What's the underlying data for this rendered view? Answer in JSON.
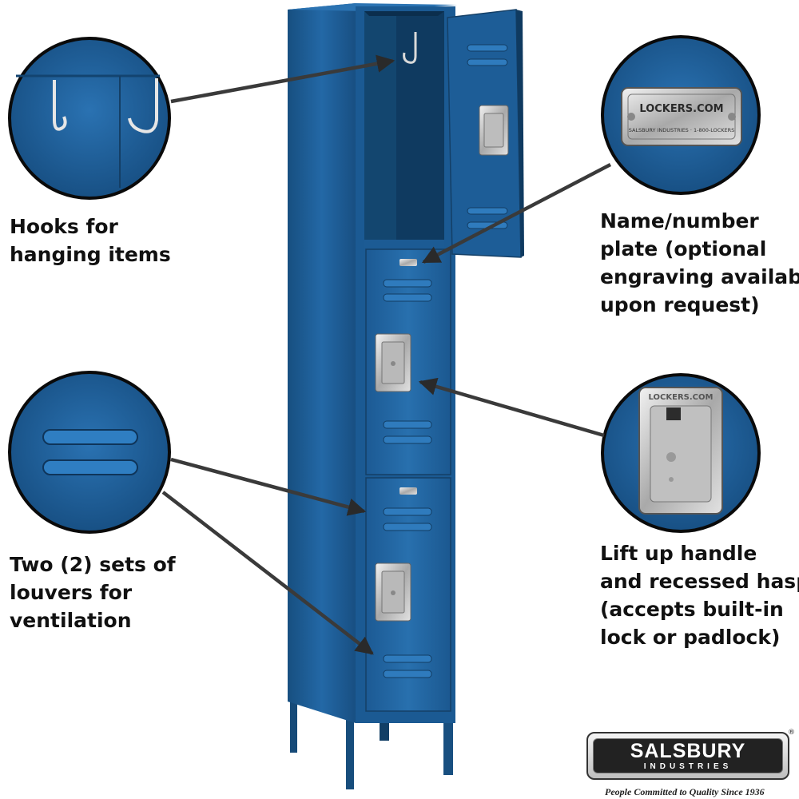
{
  "callouts": {
    "hooks": {
      "lines": [
        "Hooks for",
        "hanging items"
      ],
      "icon": "coat-hook-icon"
    },
    "nameplate": {
      "lines": [
        "Name/number",
        "plate (optional",
        "engraving available",
        "upon request)"
      ],
      "plate_text": "LOCKERS.COM",
      "plate_subtext": "SALSBURY INDUSTRIES · 1-800-LOCKERS"
    },
    "louvers": {
      "lines": [
        "Two (2) sets of",
        "louvers for",
        "ventilation"
      ]
    },
    "handle": {
      "lines": [
        "Lift up handle",
        "and recessed hasp",
        "(accepts built-in",
        "lock or padlock)"
      ],
      "hasp_text": "LOCKERS.COM"
    }
  },
  "brand": {
    "name": "SALSBURY",
    "sub": "INDUSTRIES",
    "reg": "®",
    "tagline": "People Committed to Quality Since 1936"
  },
  "colors": {
    "locker_blue": "#1f5f9a",
    "locker_dark": "#15466f",
    "locker_light": "#2f78b8",
    "arrow": "#3a3a3a"
  }
}
